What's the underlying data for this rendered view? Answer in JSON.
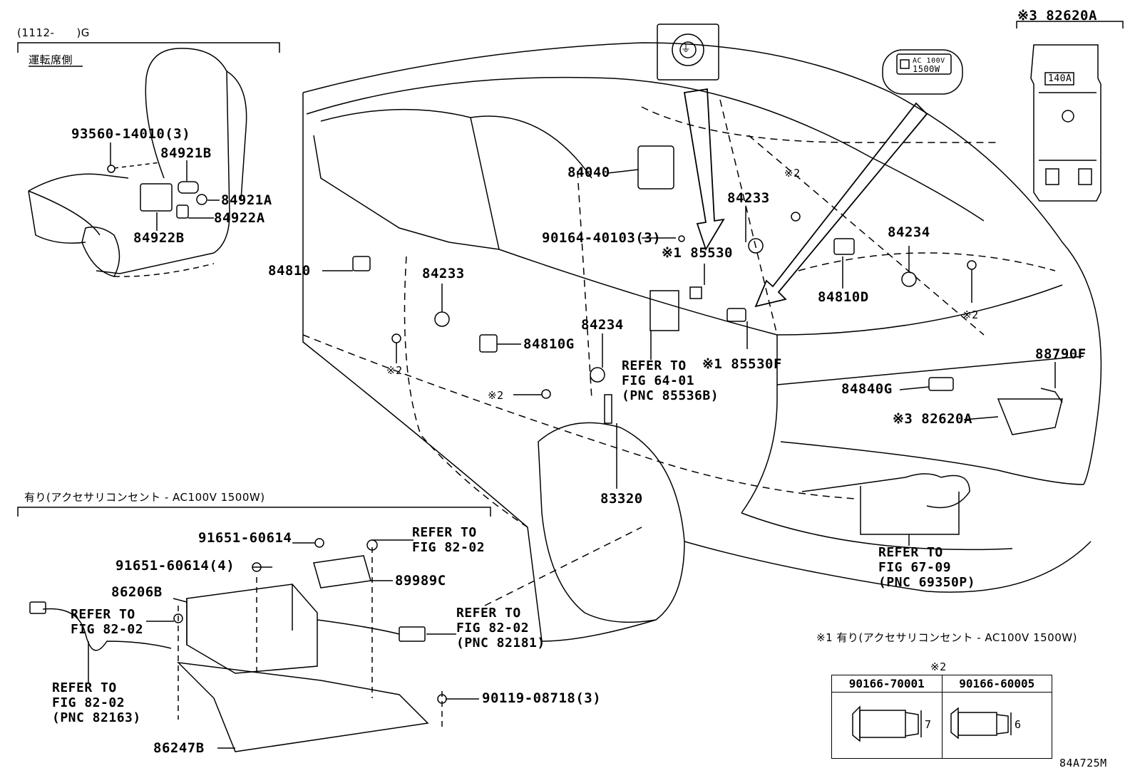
{
  "inset_seat": {
    "range": "(1112-　　)G",
    "title": "運転席側",
    "parts": [
      "93560-14010(3)",
      "84921B",
      "84921A",
      "84922A",
      "84922B"
    ]
  },
  "inset_fuse": {
    "label": "※3 82620A",
    "fuse": "140A"
  },
  "inset_outlet": {
    "text1": "AC 100V",
    "text2": "1500W"
  },
  "main_parts": [
    "84040",
    "84233",
    "84234",
    "90164-40103(3)",
    "※1 85530",
    "84810",
    "84233",
    "84810D",
    "※2",
    "※2",
    "84234",
    "84810G",
    "※2",
    "※2",
    "※1 85530F",
    "84840G",
    "88790F",
    "※3 82620A",
    "83320"
  ],
  "refs": {
    "r1": [
      "REFER TO",
      "FIG 64-01",
      "(PNC 85536B)"
    ],
    "r2": [
      "REFER TO",
      "FIG 67-09",
      "(PNC 69350P)"
    ],
    "r3": [
      "REFER TO",
      "FIG 82-02"
    ],
    "r4": [
      "REFER TO",
      "FIG 82-02"
    ],
    "r5": [
      "REFER TO",
      "FIG 82-02",
      "(PNC 82181)"
    ],
    "r6": [
      "REFER TO",
      "FIG 82-02",
      "(PNC 82163)"
    ]
  },
  "inset_inverter": {
    "title": "有り(アクセサリコンセント - AC100V 1500W)",
    "parts": [
      "91651-60614",
      "91651-60614(4)",
      "89989C",
      "86206B",
      "90119-08718(3)",
      "86247B"
    ]
  },
  "notes": {
    "note1": "※1 有り(アクセサリコンセント - AC100V 1500W)",
    "note2_title": "※2",
    "bolt_a": "90166-70001",
    "bolt_b": "90166-60005",
    "dim_a": "7",
    "dim_b": "6"
  },
  "diagram_code": "84A725M"
}
